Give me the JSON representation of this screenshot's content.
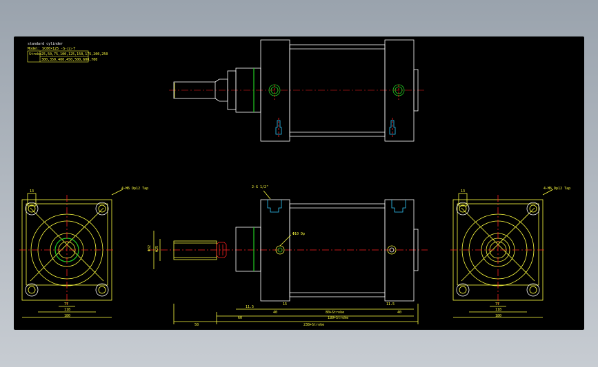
{
  "drawing": {
    "title": "standard cylinder",
    "model": "Model: SC80×125 -S-□□-T",
    "stroke_label": "Stroke",
    "stroke_line1": "25,50,75,100,125,150,175,200,250",
    "stroke_line2": "300,350,400,450,500,600,700",
    "colors": {
      "background": "#000000",
      "outline": "#ffffff",
      "center": "#ff2020",
      "dims": "#ffff40",
      "ports": "#33ccff",
      "seal": "#22cc22"
    }
  },
  "annotations": {
    "port_top": "2-G 1/2\"",
    "mount_left": "4-M6 Dp12 Tap",
    "mount_right": "4-M6 Dp12 Tap",
    "port_center": "Φ10 Dp",
    "phi_rod": "Φ32",
    "phi_small": "Φ25",
    "dim_13": "13"
  },
  "dimensions": {
    "left_ah": "77",
    "left_inner": "118",
    "left_outer": "180",
    "right_ah": "77",
    "right_inner": "118",
    "right_outer": "180",
    "d_end_left": "11.5",
    "d_port_left": "15",
    "d_front": "40",
    "d_stroke": "80+Stroke",
    "d_rear": "40",
    "d_end_right": "11.5",
    "d_60": "60",
    "d_total_body": "180+Stroke",
    "d_rod": "58",
    "d_overall": "238+Stroke"
  }
}
